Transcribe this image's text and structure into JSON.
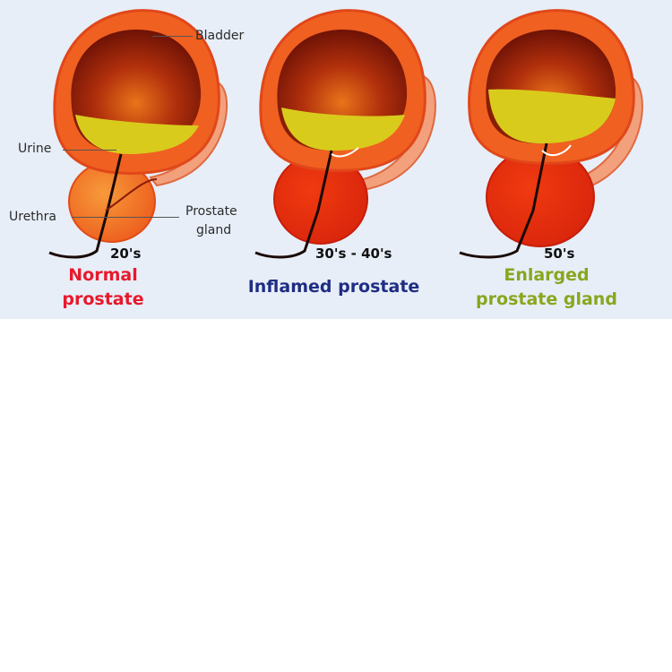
{
  "labels": {
    "bladder": "Bladder",
    "urine": "Urine",
    "urethra": "Urethra",
    "prostate_line1": "Prostate",
    "prostate_line2": "gland"
  },
  "stages": [
    {
      "age": "20's",
      "caption_line1": "Normal",
      "caption_line2": "prostate",
      "color": "#e8192c"
    },
    {
      "age": "30's - 40's",
      "caption_line1": "Inflamed prostate",
      "color": "#1f2d84"
    },
    {
      "age": "50's",
      "caption_line1": "Enlarged",
      "caption_line2": "prostate gland",
      "color": "#8aa61e"
    }
  ]
}
